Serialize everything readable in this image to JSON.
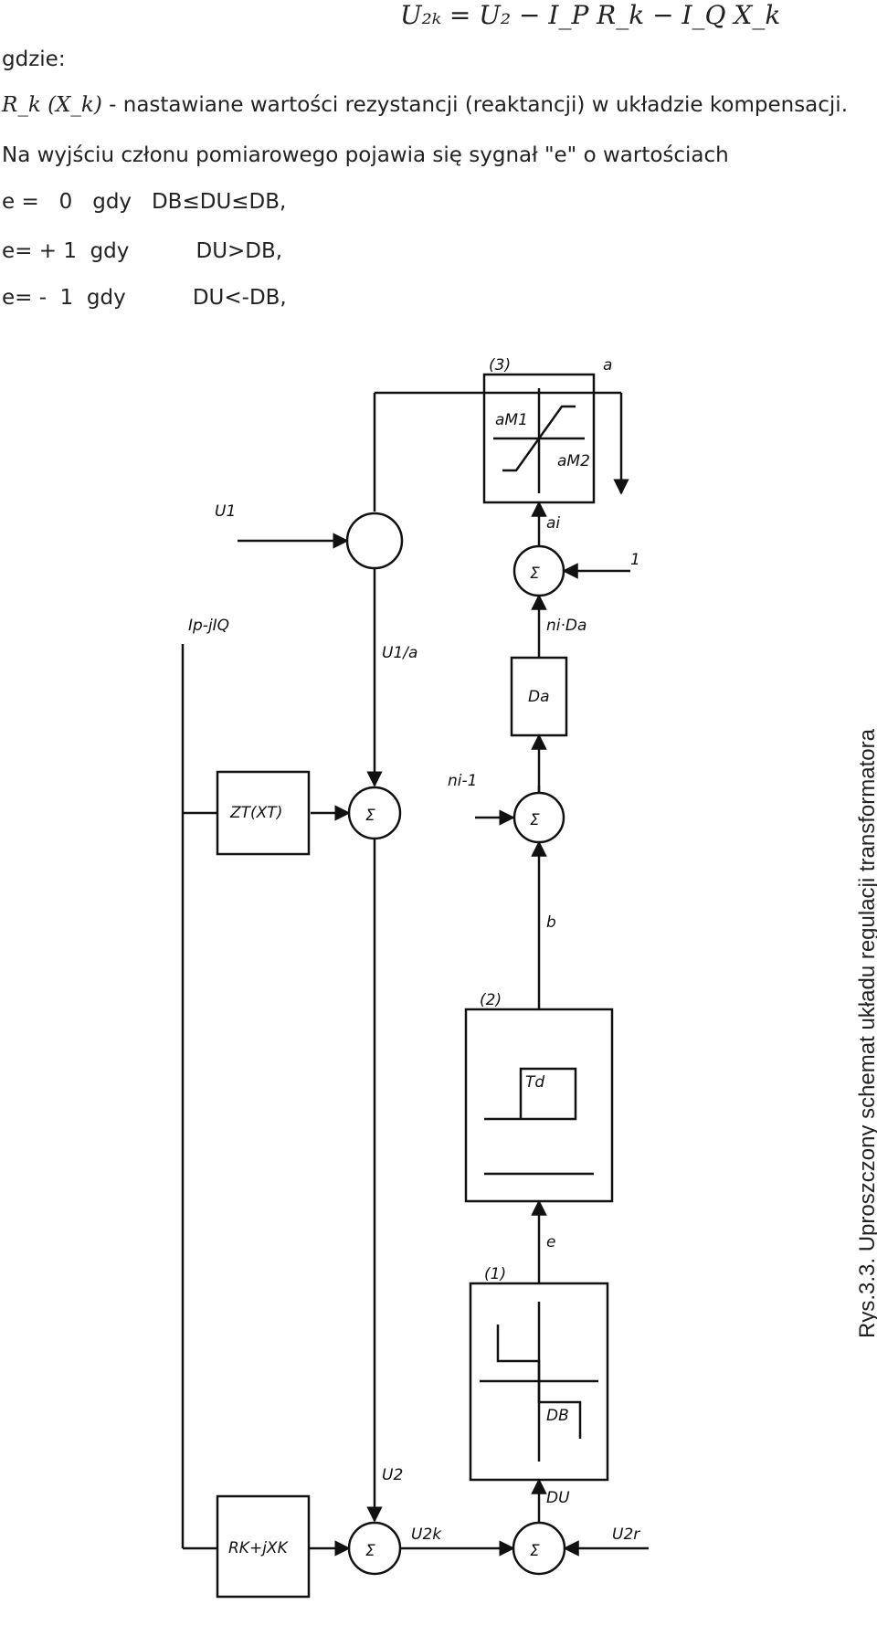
{
  "text": {
    "formula": "U₂ₖ = U₂ − I_P R_k − I_Q X_k",
    "gdzie": "gdzie:",
    "rk_prefix": "R_k (X_k)",
    "rk_text": " - nastawiane wartości rezystancji (reaktancji) w układzie kompensacji.",
    "na_wyjsciu": "Na wyjściu członu pomiarowego pojawia się sygnał \"e\" o wartościach",
    "e0": "e =   0   gdy   DB≤DU≤DB,",
    "e1": "e= + 1  gdy          DU>DB,",
    "e2": "e= -  1  gdy          DU<-DB,",
    "caption": "Rys.3.3. Uproszczony schemat układu regulacji transformatora"
  },
  "diagram": {
    "labels": {
      "u1": "U1",
      "u1_over_a": "U1/a",
      "ip_iq": "Ip-jIQ",
      "zt": "ZT(XT)",
      "rk": "RK+jXK",
      "u2": "U2",
      "u2k": "U2k",
      "u2r": "U2r",
      "du": "DU",
      "e": "e",
      "b": "b",
      "ni_minus_1": "ni-1",
      "da": "Da",
      "ni_da": "ni·Da",
      "ai": "ai",
      "one": "1",
      "a": "a",
      "block1": "(1)",
      "block2": "(2)",
      "block3": "(3)",
      "db": "DB",
      "td": "Td",
      "am1": "aM1",
      "am2": "aM2",
      "sum": "Σ"
    }
  }
}
